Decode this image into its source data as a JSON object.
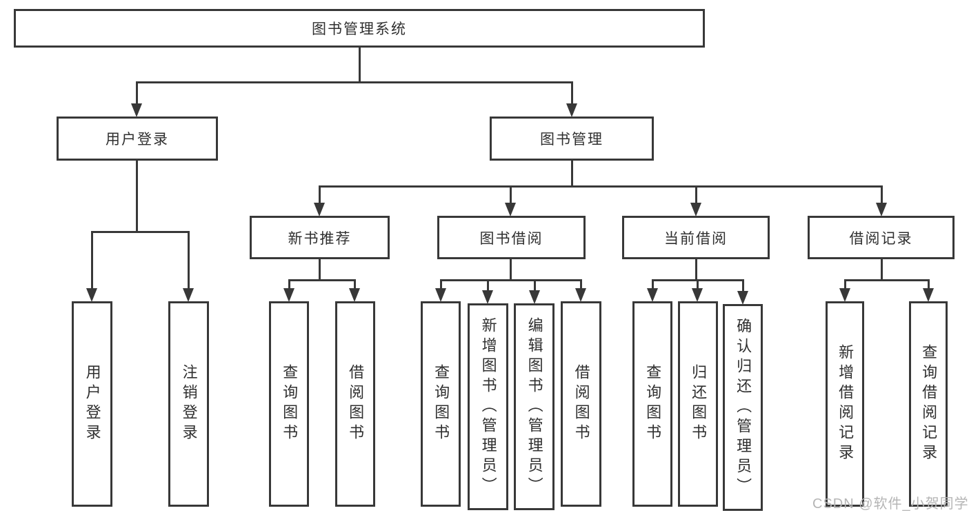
{
  "title": "图书管理系统",
  "tree": {
    "label": "图书管理系统",
    "children": [
      {
        "label": "用户登录",
        "children": [
          {
            "label": "用户登录"
          },
          {
            "label": "注销登录"
          }
        ]
      },
      {
        "label": "图书管理",
        "children": [
          {
            "label": "新书推荐",
            "children": [
              {
                "label": "查询图书"
              },
              {
                "label": "借阅图书"
              }
            ]
          },
          {
            "label": "图书借阅",
            "children": [
              {
                "label": "查询图书"
              },
              {
                "label": "新增图书（管理员）"
              },
              {
                "label": "编辑图书（管理员）"
              },
              {
                "label": "借阅图书"
              }
            ]
          },
          {
            "label": "当前借阅",
            "children": [
              {
                "label": "查询图书"
              },
              {
                "label": "归还图书"
              },
              {
                "label": "确认归还（管理员）"
              }
            ]
          },
          {
            "label": "借阅记录",
            "children": [
              {
                "label": "新增借阅记录"
              },
              {
                "label": "查询借阅记录"
              }
            ]
          }
        ]
      }
    ]
  },
  "watermark": "CSDN @软件_小贺同学",
  "colors": {
    "line": "#383838",
    "text": "#2f2f2f",
    "watermark": "#b5b5b5",
    "background": "#ffffff"
  }
}
